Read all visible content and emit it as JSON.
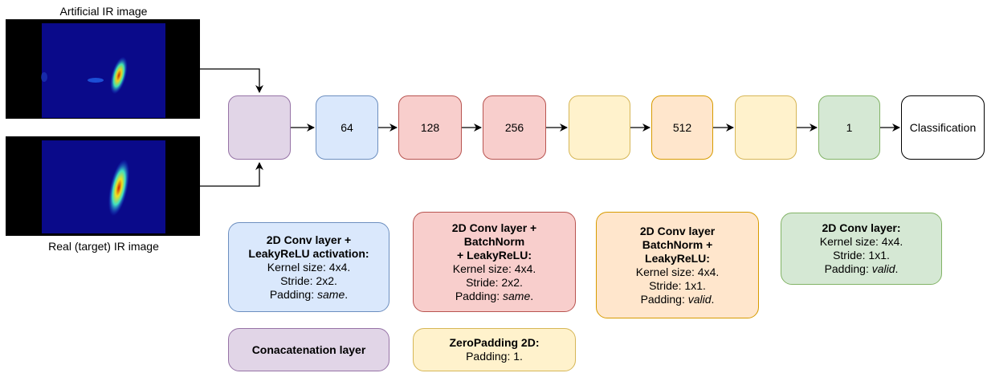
{
  "inputs": {
    "artificial_caption": "Artificial IR image",
    "real_caption": "Real (target) IR image"
  },
  "pipeline": {
    "nodes": [
      {
        "id": "concat",
        "label": "",
        "color": "#e1d5e7"
      },
      {
        "id": "conv64",
        "label": "64",
        "color": "#dae8fc"
      },
      {
        "id": "conv128",
        "label": "128",
        "color": "#f8cecc"
      },
      {
        "id": "conv256",
        "label": "256",
        "color": "#f8cecc"
      },
      {
        "id": "zeropad1",
        "label": "",
        "color": "#fff2cc"
      },
      {
        "id": "conv512",
        "label": "512",
        "color": "#ffe6cc"
      },
      {
        "id": "zeropad2",
        "label": "",
        "color": "#fff2cc"
      },
      {
        "id": "conv1",
        "label": "1",
        "color": "#d5e8d4"
      },
      {
        "id": "output",
        "label": "Classification",
        "color": "#ffffff"
      }
    ]
  },
  "legend": {
    "blue": {
      "title_1": "2D Conv layer +",
      "title_2": "LeakyReLU activation:",
      "kernel": "Kernel size: 4x4.",
      "stride": "Stride: 2x2.",
      "padding_prefix": "Padding: ",
      "padding_value": "same",
      "padding_suffix": "."
    },
    "red": {
      "title_1": "2D Conv layer +",
      "title_2": "BatchNorm",
      "title_3": "+ LeakyReLU:",
      "kernel": "Kernel size: 4x4.",
      "stride": "Stride: 2x2.",
      "padding_prefix": "Padding: ",
      "padding_value": "same",
      "padding_suffix": "."
    },
    "orange": {
      "title_1": "2D Conv layer",
      "title_2": "BatchNorm +",
      "title_3": "LeakyReLU:",
      "kernel": "Kernel size: 4x4.",
      "stride": "Stride: 1x1.",
      "padding_prefix": "Padding: ",
      "padding_value": "valid",
      "padding_suffix": "."
    },
    "green": {
      "title_1": "2D Conv layer:",
      "kernel": "Kernel size: 4x4.",
      "stride": "Stride: 1x1.",
      "padding_prefix": "Padding: ",
      "padding_value": "valid",
      "padding_suffix": "."
    },
    "purple": {
      "title_1": "Conacatenation layer"
    },
    "yellow": {
      "title_1": "ZeroPadding 2D:",
      "padding": "Padding: 1."
    }
  }
}
